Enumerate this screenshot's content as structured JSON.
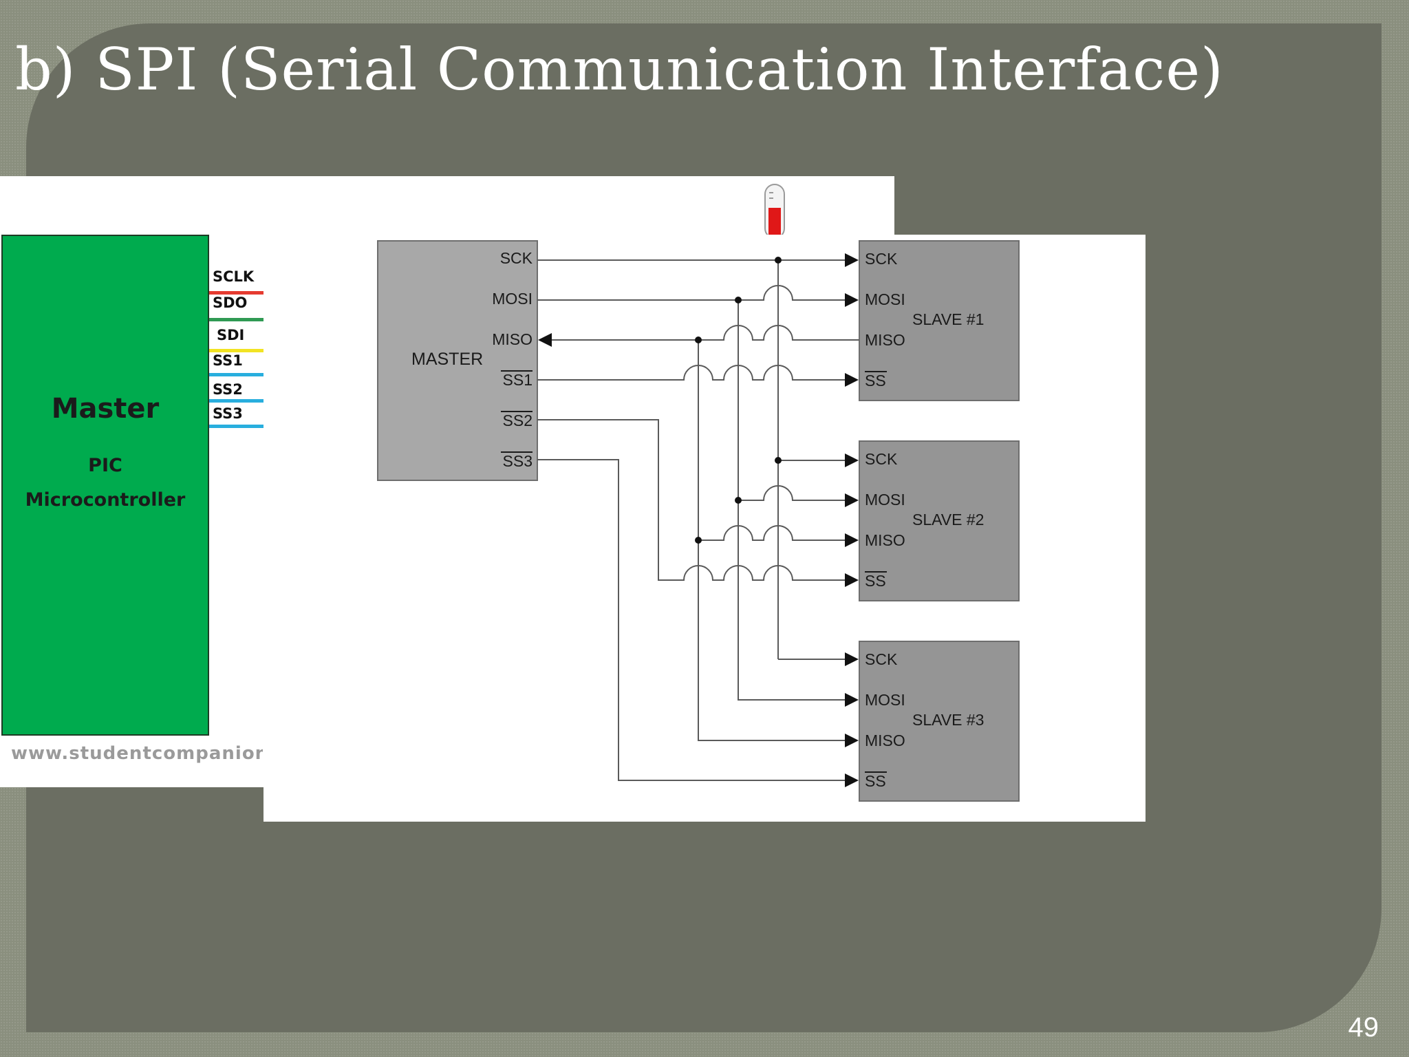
{
  "slide": {
    "title": "b)  SPI (Serial Communication Interface)",
    "page_number": "49"
  },
  "left_figure": {
    "master_title": "Master",
    "master_sub1": "PIC",
    "master_sub2": "Microcontroller",
    "pins": [
      {
        "label": "SCLK",
        "color": "#e53b30"
      },
      {
        "label": "SDO",
        "color": "#2f9a53"
      },
      {
        "label": "SDI",
        "color": "#f2e323"
      },
      {
        "label": "SS1",
        "color": "#28aede"
      },
      {
        "label": "SS2",
        "color": "#28aede"
      },
      {
        "label": "SS3",
        "color": "#28aede"
      }
    ],
    "watermark": "www.studentcompanion.c"
  },
  "diagram": {
    "master": {
      "name": "MASTER",
      "pins": [
        "SCK",
        "MOSI",
        "MISO",
        "SS1",
        "SS2",
        "SS3"
      ]
    },
    "slaves": [
      {
        "name": "SLAVE #1",
        "pins": [
          "SCK",
          "MOSI",
          "MISO",
          "SS"
        ]
      },
      {
        "name": "SLAVE #2",
        "pins": [
          "SCK",
          "MOSI",
          "MISO",
          "SS"
        ]
      },
      {
        "name": "SLAVE #3",
        "pins": [
          "SCK",
          "MOSI",
          "MISO",
          "SS"
        ]
      }
    ]
  },
  "colors": {
    "block_fill": "#a8a8a8",
    "slave_fill": "#959595",
    "wire": "#5a5a5a",
    "master_green": "#00ab4e"
  }
}
